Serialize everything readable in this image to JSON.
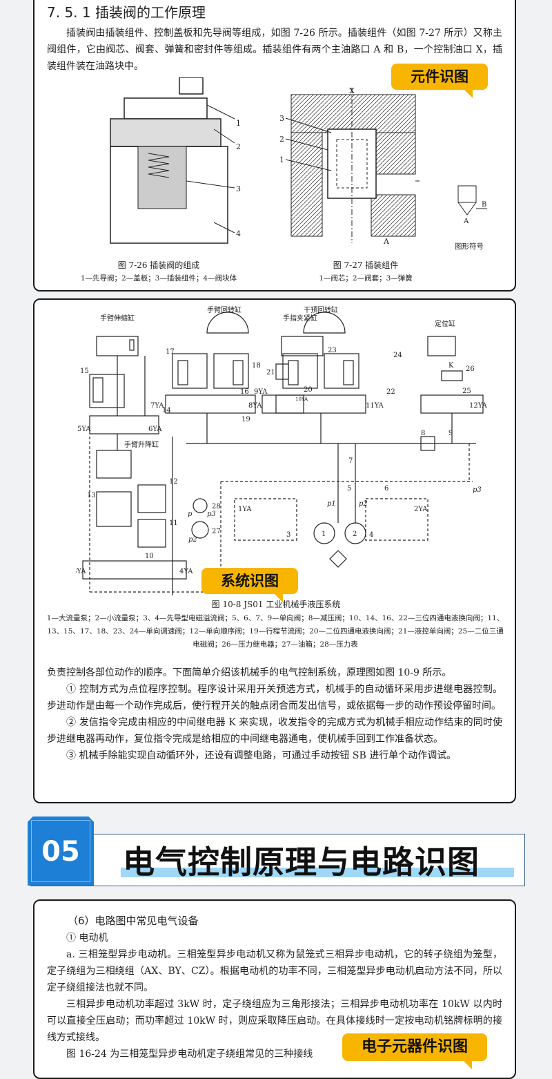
{
  "section1": {
    "heading": "7. 5. 1   插装阀的工作原理",
    "para": "插装阀由插装组件、控制盖板和先导阀等组成，如图 7-26 所示。插装组件（如图 7-27 所示）又称主阀组件，它由阀芯、阀套、弹簧和密封件等组成。插装组件有两个主油路口 A 和 B，一个控制油口 X，插装组件装在油路块中。",
    "badge": "元件识图",
    "fig1": {
      "caption": "图 7-26   插装阀的组成",
      "legend": "1—先导阀；2—盖板；3—插装组件；4—阀块体",
      "labels": [
        "1",
        "2",
        "3",
        "4"
      ]
    },
    "fig2": {
      "caption": "图 7-27   插装组件",
      "legend": "1—阀芯；2—阀套；3—弹簧",
      "labels": [
        "3",
        "2",
        "1",
        "X",
        "A",
        "B"
      ],
      "symbol_label": "图形符号",
      "symbol_ports": [
        "B",
        "A"
      ]
    }
  },
  "section2": {
    "badge": "系统识图",
    "diagram_labels": {
      "arm_extend": "手臂伸缩缸",
      "arm_rotate": "手臂回转缸",
      "finger_clamp": "手指夹紧缸",
      "wrist_rotate": "干预回转缸",
      "position": "定位缸",
      "arm_lift": "手臂升降缸",
      "nums": [
        "15",
        "14",
        "17",
        "18",
        "16",
        "19",
        "21",
        "20",
        "23",
        "24",
        "22",
        "26",
        "25",
        "K",
        "8",
        "9",
        "7",
        "5",
        "6",
        "13",
        "12",
        "11",
        "10",
        "28",
        "27",
        "1",
        "2",
        "3",
        "4"
      ],
      "sol": [
        "5YA",
        "6YA",
        "7YA",
        "8YA",
        "9YA",
        "10YA",
        "11YA",
        "12YA",
        "3YA",
        "4YA",
        "1YA",
        "2YA"
      ],
      "p": [
        "p1",
        "p2",
        "p3",
        "p",
        "p3",
        "p2"
      ]
    },
    "caption": "图 10-8   JS01 工业机械手液压系统",
    "legend": "1—大流量泵；2—小流量泵；3、4—先导型电磁溢流阀；5、6、7、9—单向阀；8—减压阀；10、14、16、22—三位四通电液换向阀；11、13、15、17、18、23、24—单向调速阀；12—单向顺序阀；19—行程节流阀；20—二位四通电液换向阀；21—液控单向阀；25—二位三通电磁阀；26—压力继电器；27—油箱；28—压力表",
    "paras": [
      "负责控制各部位动作的顺序。下面简单介绍该机械手的电气控制系统，原理图如图 10-9 所示。",
      "① 控制方式为点位程序控制。程序设计采用开关预选方式，机械手的自动循环采用步进继电器控制。步进动作是由每一个动作完成后，使行程开关的触点闭合而发出信号，或依据每一步的动作预设停留时间。",
      "② 发信指令完成由相应的中间继电器 K 来实现，收发指令的完成方式为机械手相应动作结束的同时使步进继电器再动作，复位指令完成是给相应的中间继电器通电，使机械手回到工作准备状态。",
      "③ 机械手除能实现自动循环外，还设有调整电路，可通过手动按钮 SB 进行单个动作调试。"
    ]
  },
  "header05": {
    "number": "05",
    "title": "电气控制原理与电路识图",
    "accent": "#1e7fd6"
  },
  "section3": {
    "heading": "（6）电路图中常见电气设备",
    "sub": "① 电动机",
    "paras": [
      "a. 三相笼型异步电动机。三相笼型异步电动机又称为鼠笼式三相异步电动机，它的转子绕组为笼型，定子绕组为三相绕组（AX、BY、CZ）。根据电动机的功率不同，三相笼型异步电动机启动方法不同，所以定子绕组接法也就不同。",
      "三相异步电动机功率超过 3kW 时，定子绕组应为三角形接法；三相异步电动机功率在 10kW 以内时可以直接全压启动；而功率超过 10kW 时，则应采取降压启动。在具体接线时一定按电动机铭牌标明的接线方式接线。",
      "图 16-24 为三相笼型异步电动机定子绕组常见的三种接线"
    ],
    "badge": "电子元器件识图"
  }
}
